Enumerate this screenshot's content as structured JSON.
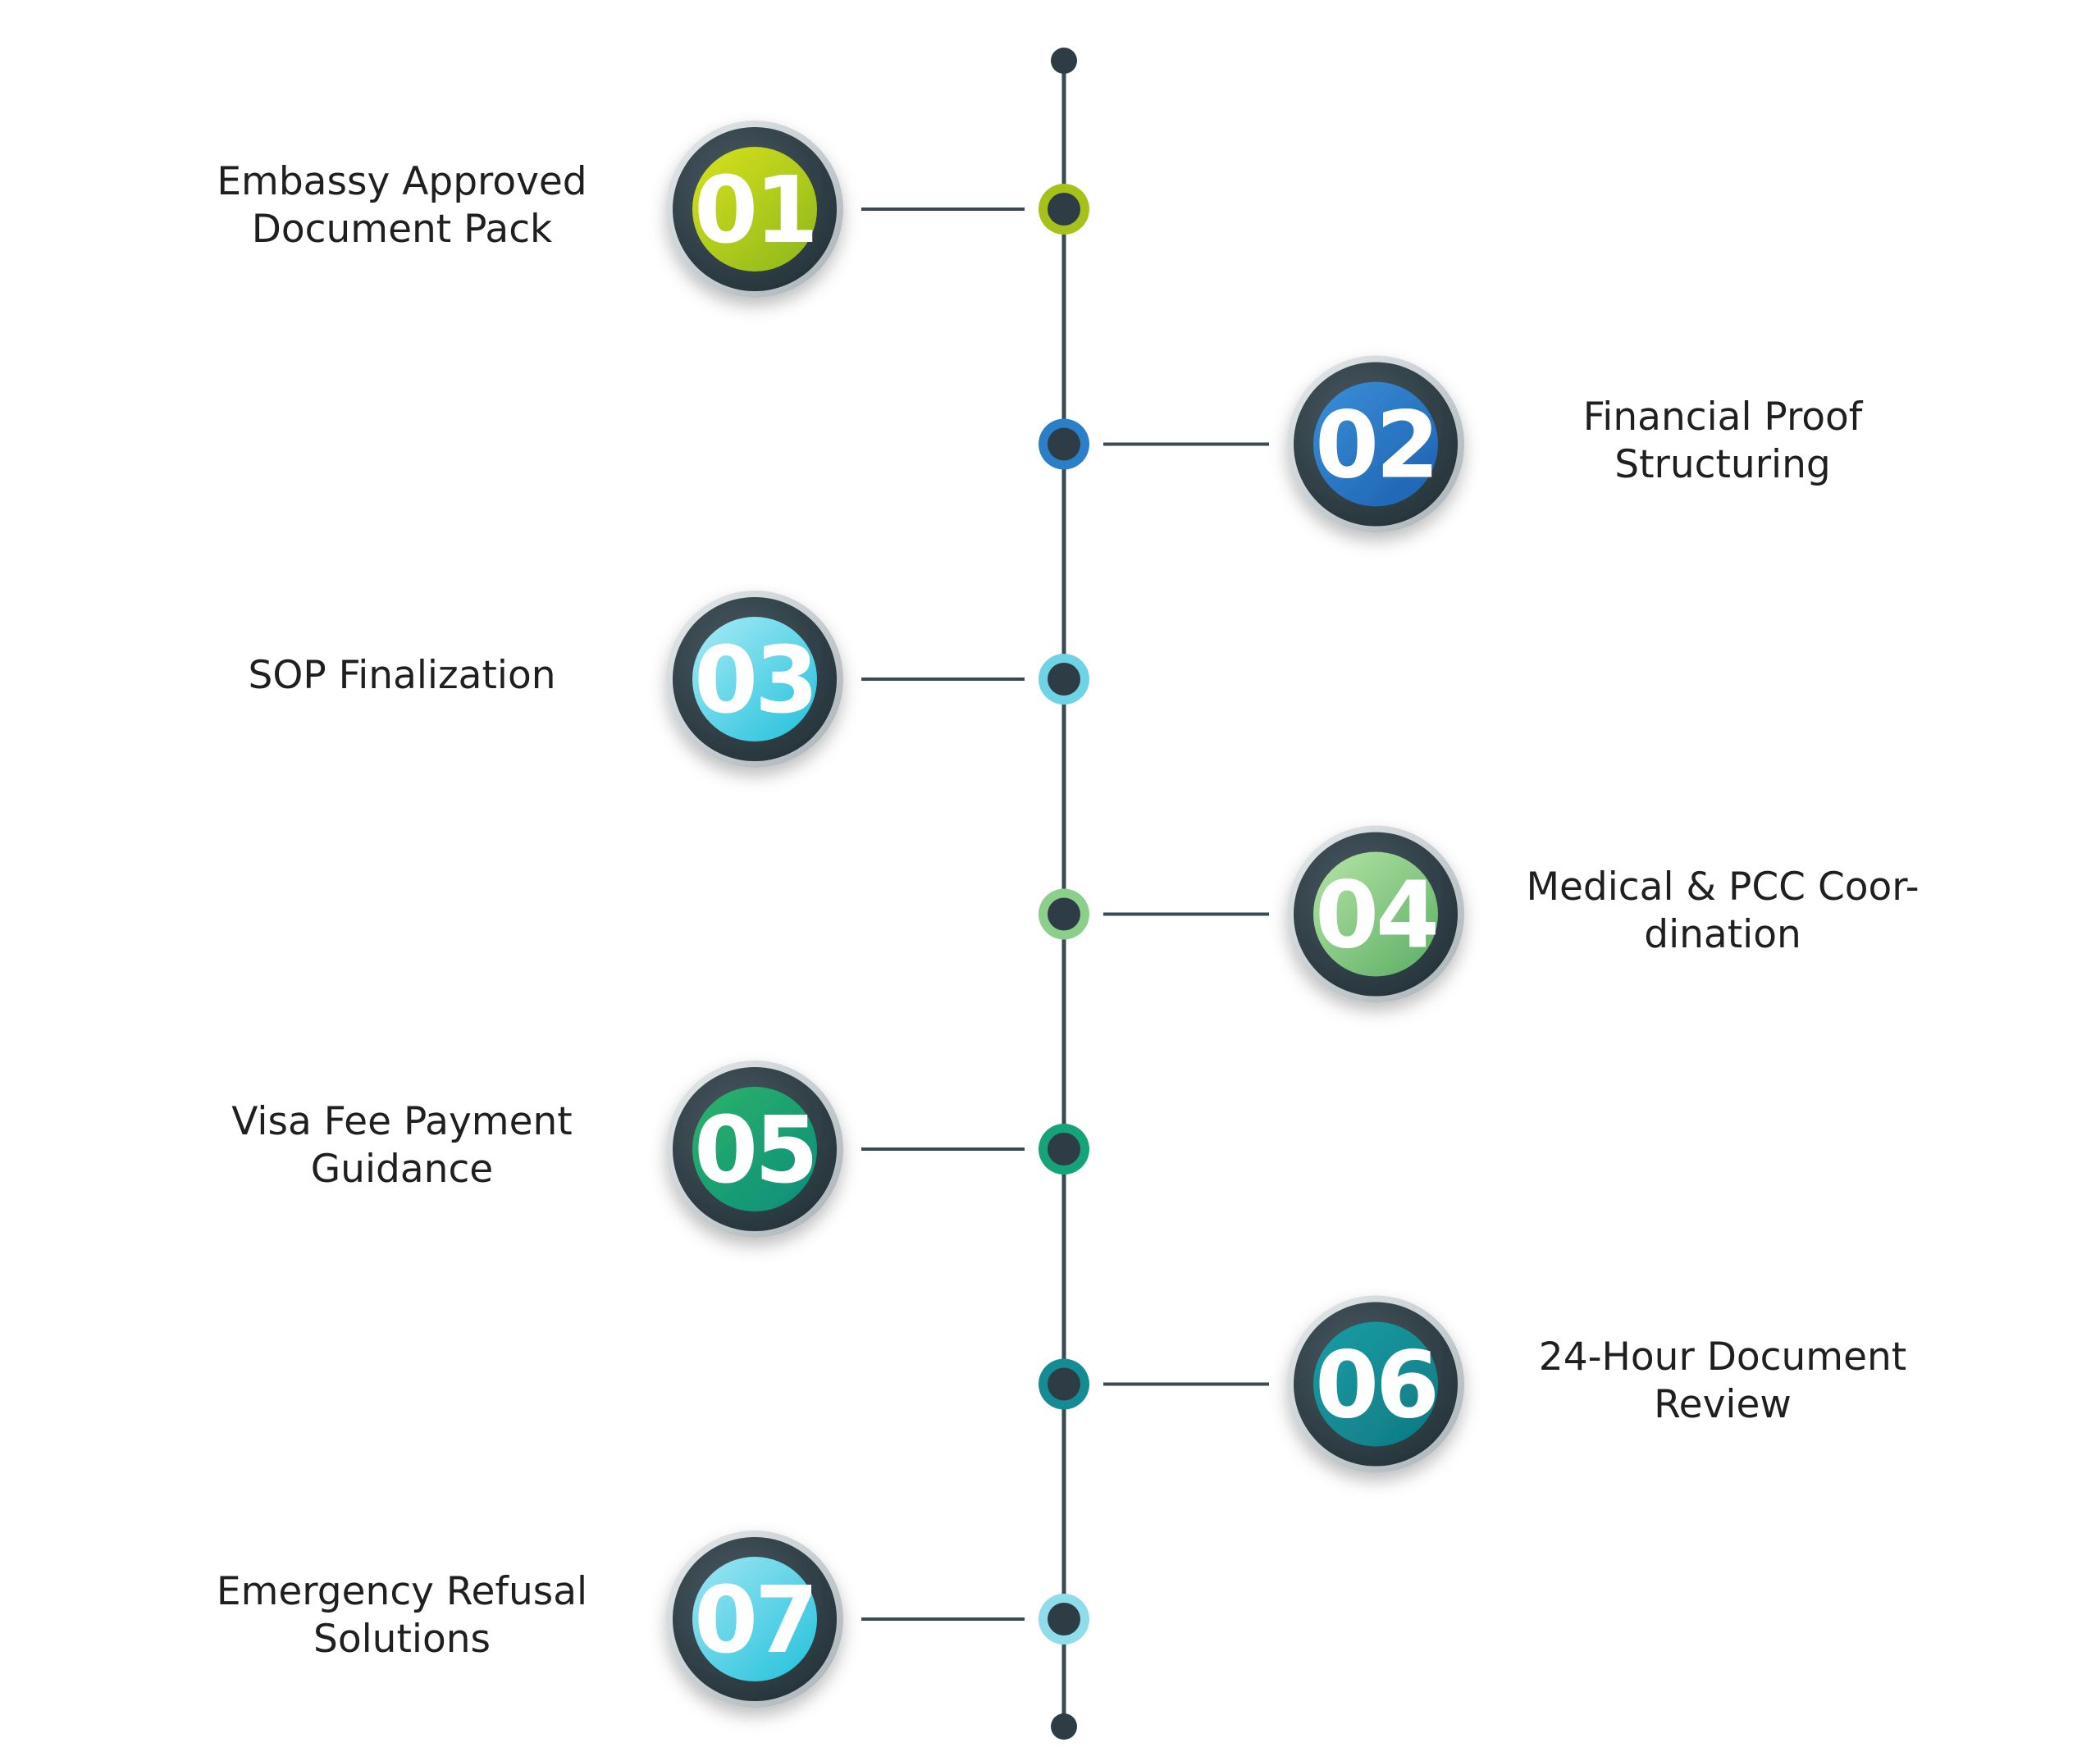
{
  "timeline": {
    "steps": [
      {
        "number": "01",
        "line1": "Embassy Approved",
        "line2": "Document Pack",
        "side": "left",
        "color_light": "#d8e21c",
        "color_dark": "#8fb81e",
        "dot_color": "#a6c21a"
      },
      {
        "number": "02",
        "line1": "Financial Proof",
        "line2": "Structuring",
        "side": "right",
        "color_light": "#3a8fd8",
        "color_dark": "#1e62b0",
        "dot_color": "#2a7fc8"
      },
      {
        "number": "03",
        "line1": "SOP Finalization",
        "line2": "",
        "side": "left",
        "color_light": "#a8ecf6",
        "color_dark": "#27c2dc",
        "dot_color": "#6fd3e6"
      },
      {
        "number": "04",
        "line1": "Medical & PCC Coor-",
        "line2": "dination",
        "side": "right",
        "color_light": "#b6e4a6",
        "color_dark": "#5fb068",
        "dot_color": "#8ccf8a"
      },
      {
        "number": "05",
        "line1": "Visa Fee Payment",
        "line2": "Guidance",
        "side": "left",
        "color_light": "#2cb368",
        "color_dark": "#0d8f7c",
        "dot_color": "#16a37a"
      },
      {
        "number": "06",
        "line1": "24-Hour Document",
        "line2": "Review",
        "side": "right",
        "color_light": "#1a9ea6",
        "color_dark": "#0f7a83",
        "dot_color": "#158b93"
      },
      {
        "number": "07",
        "line1": "Emergency Refusal",
        "line2": "Solutions",
        "side": "left",
        "color_light": "#9fe6f3",
        "color_dark": "#27c3dc",
        "dot_color": "#8fdcea"
      }
    ]
  }
}
